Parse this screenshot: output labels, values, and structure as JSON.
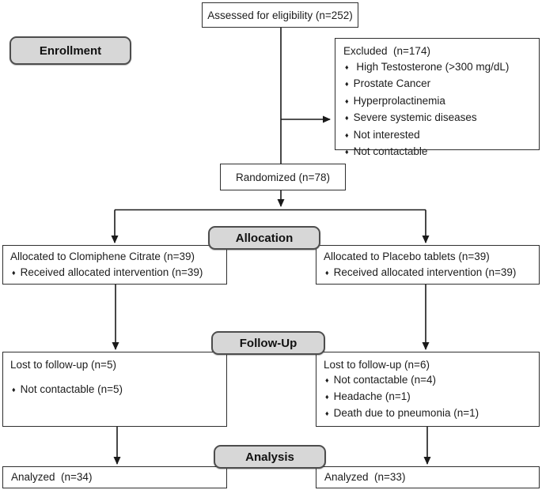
{
  "bullet": "♦",
  "colors": {
    "background": "#ffffff",
    "box_border": "#2f2f2f",
    "stage_fill": "#d7d7d7",
    "line": "#1a1a1a"
  },
  "stages": {
    "enrollment": "Enrollment",
    "allocation": "Allocation",
    "followup": "Follow-Up",
    "analysis": "Analysis"
  },
  "boxes": {
    "assessed": {
      "title": "Assessed for eligibility (n=252)"
    },
    "excluded": {
      "title": "Excluded  (n=174)",
      "items": [
        " High Testosterone (>300 mg/dL)",
        "Prostate Cancer",
        "Hyperprolactinemia",
        "Severe systemic diseases",
        "Not interested",
        "Not contactable"
      ]
    },
    "randomized": {
      "title": "Randomized (n=78)"
    },
    "allocation_left": {
      "title": "Allocated to Clomiphene Citrate (n=39)",
      "items": [
        "Received allocated intervention (n=39)"
      ]
    },
    "allocation_right": {
      "title": "Allocated to Placebo tablets (n=39)",
      "items": [
        "Received allocated intervention (n=39)"
      ]
    },
    "followup_left": {
      "title": "Lost to follow-up (n=5)",
      "items": [
        "Not contactable (n=5)"
      ]
    },
    "followup_right": {
      "title": "Lost to follow-up (n=6)",
      "items": [
        "Not contactable (n=4)",
        "Headache (n=1)",
        "Death due to pneumonia (n=1)"
      ]
    },
    "analysis_left": {
      "title": "Analyzed  (n=34)"
    },
    "analysis_right": {
      "title": "Analyzed  (n=33)"
    }
  }
}
